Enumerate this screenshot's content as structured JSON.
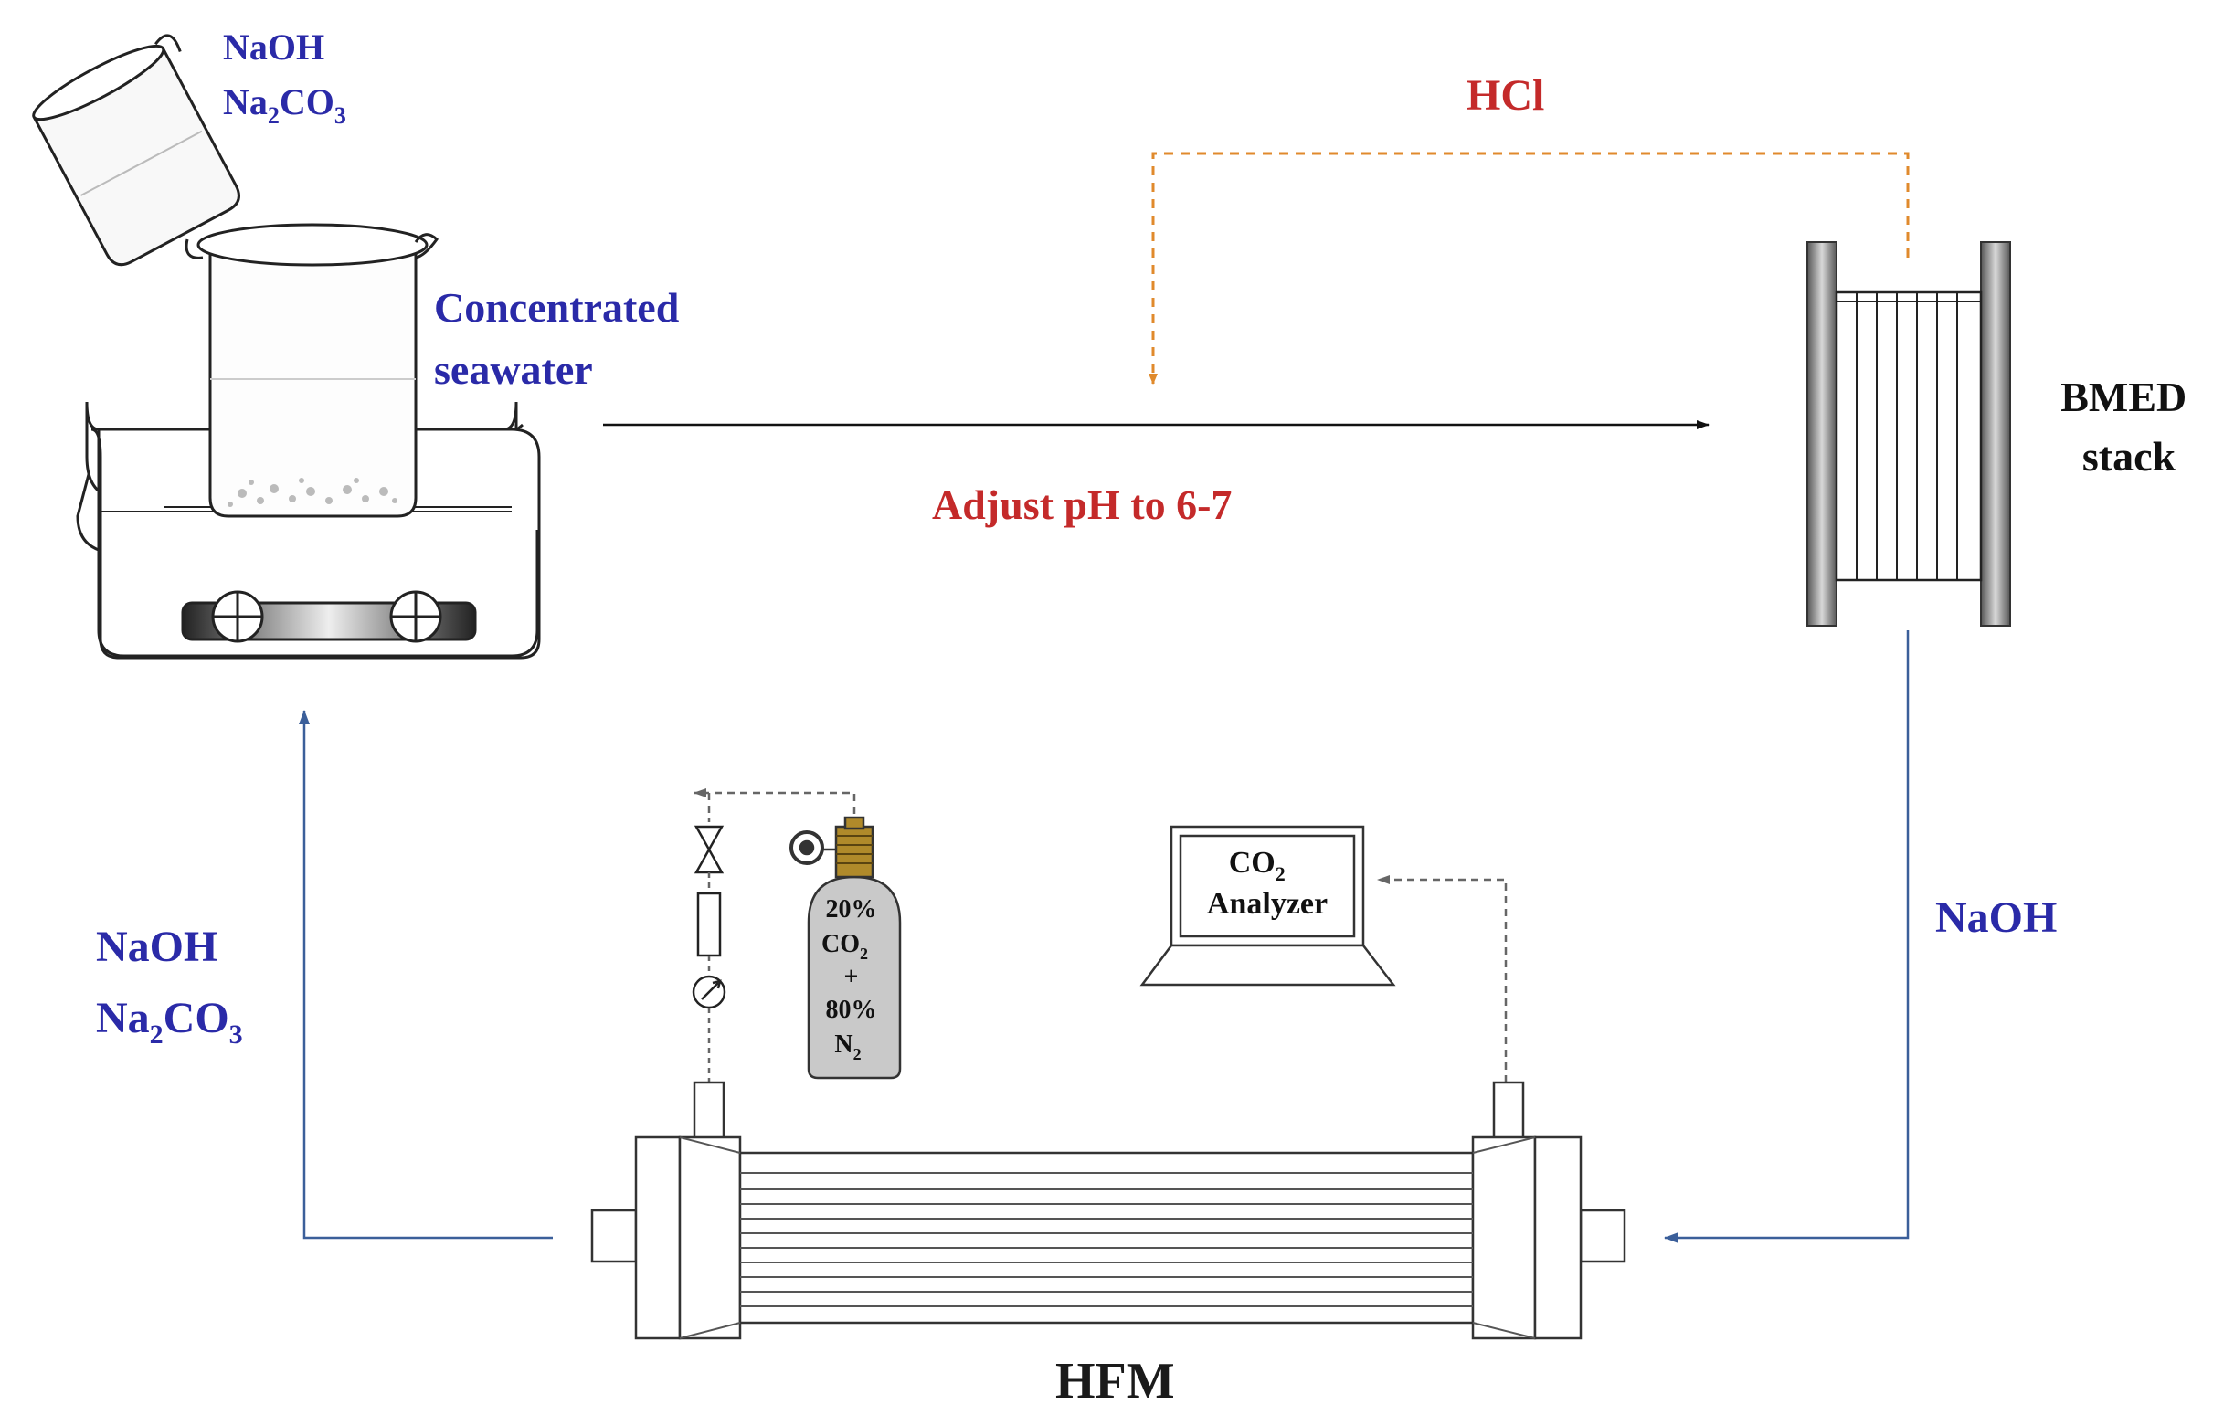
{
  "colors": {
    "blue_text": "#2a2aa8",
    "red_text": "#c42a2a",
    "flow_blue": "#3b5f9a",
    "hcl_orange": "#e08a2c",
    "gas_dash": "#666666",
    "cylinder_fill": "#c9c9c9",
    "cylinder_valve": "#b08a2a"
  },
  "reagents_top": {
    "line1": "NaOH",
    "line2_main": "Na",
    "line2_sub1": "2",
    "line2_mid": "CO",
    "line2_sub2": "3"
  },
  "seawater_label": {
    "line1": "Concentrated",
    "line2": "seawater"
  },
  "hcl_label": "HCl",
  "adjust_label": "Adjust pH to 6-7",
  "bmed_label": {
    "line1": "BMED",
    "line2": "stack"
  },
  "naoh_right_label": "NaOH",
  "reagents_left": {
    "line1": "NaOH",
    "line2_main": "Na",
    "line2_sub1": "2",
    "line2_mid": "CO",
    "line2_sub2": "3"
  },
  "cylinder_label": {
    "line1": "20%",
    "line2_main": "CO",
    "line2_sub": "2",
    "line3": "+",
    "line4": "80%",
    "line5_main": "N",
    "line5_sub": "2"
  },
  "analyzer_label": {
    "line1_main": "CO",
    "line1_sub": "2",
    "line2": "Analyzer"
  },
  "hfm_label": "HFM"
}
